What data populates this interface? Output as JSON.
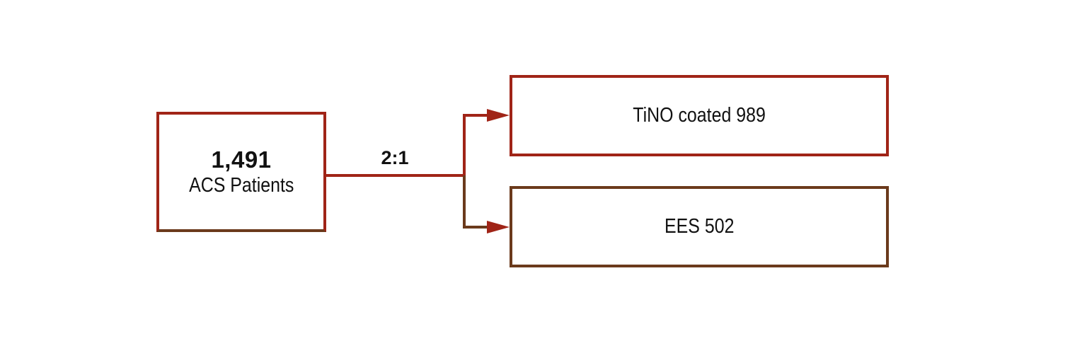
{
  "source": {
    "count": "1,491",
    "label": "ACS Patients"
  },
  "randomization": {
    "ratio": "2:1"
  },
  "arms": [
    {
      "label": "TiNO coated 989"
    },
    {
      "label": "EES 502"
    }
  ],
  "colors": {
    "red": "#a02417",
    "brown": "#6b3a1c",
    "text": "#111111"
  }
}
